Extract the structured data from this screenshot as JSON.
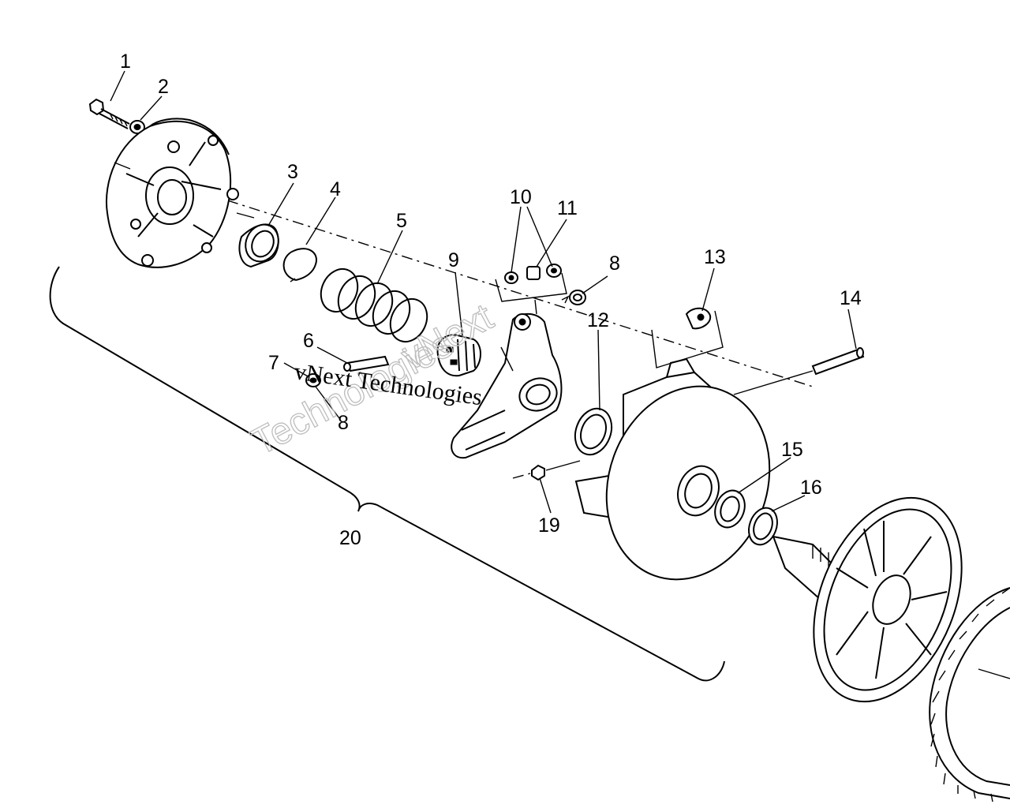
{
  "diagram": {
    "callouts": [
      "1",
      "2",
      "3",
      "4",
      "5",
      "6",
      "7",
      "8",
      "9",
      "10",
      "11",
      "8",
      "12",
      "13",
      "14",
      "15",
      "16",
      "19",
      "20"
    ],
    "watermark": {
      "line1": "vNext",
      "line2": "Technologies",
      "line3": "vNext Technologies"
    }
  }
}
